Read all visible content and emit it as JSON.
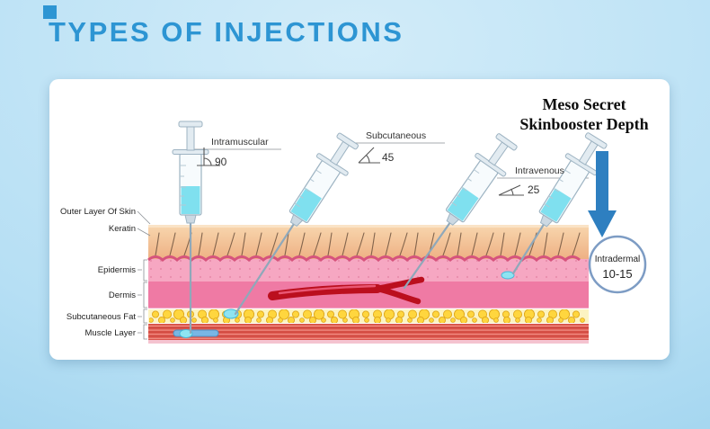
{
  "title": "TYPES OF INJECTIONS",
  "diagram": {
    "heading": {
      "line1": "Meso Secret",
      "line2": "Skinbooster Depth"
    },
    "injections": [
      {
        "name": "Intramuscular",
        "angle": "90"
      },
      {
        "name": "Subcutaneous",
        "angle": "45"
      },
      {
        "name": "Intravenous",
        "angle": "25"
      },
      {
        "name": "Intradermal",
        "angle": "10-15"
      }
    ],
    "skin_layers": [
      {
        "label": "Outer Layer Of Skin"
      },
      {
        "label": "Keratin"
      },
      {
        "label": "Epidermis"
      },
      {
        "label": "Dermis"
      },
      {
        "label": "Subcutaneous Fat"
      },
      {
        "label": "Muscle Layer"
      }
    ]
  },
  "colors": {
    "accent_blue": "#2d95d3",
    "arrow_blue": "#2e7fc0",
    "syringe_liquid": "#7fe0ef",
    "vessel_red": "#bb0f1e"
  }
}
